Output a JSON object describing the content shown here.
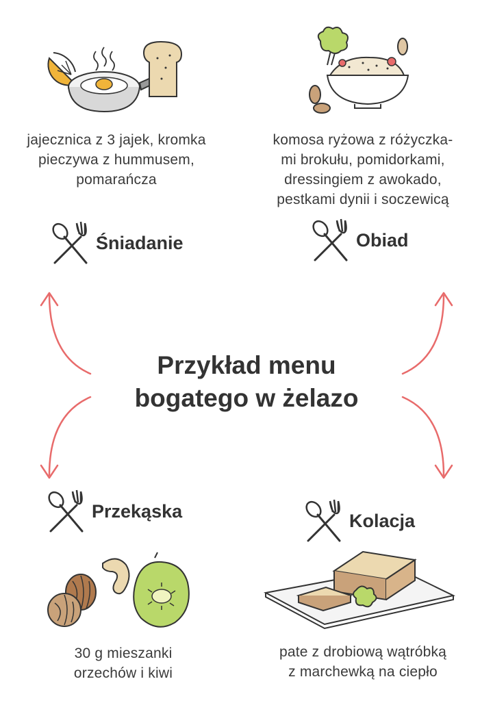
{
  "title": {
    "line1": "Przykład menu",
    "line2": "bogatego w żelazo"
  },
  "meals": {
    "breakfast": {
      "label": "Śniadanie",
      "desc": [
        "jajecznica z 3 jajek, kromka",
        "pieczywa z hummusem,",
        "pomarańcza"
      ]
    },
    "lunch": {
      "label": "Obiad",
      "desc": [
        "komosa ryżowa z różyczka-",
        "mi brokułu, pomidorkami,",
        "dressingiem z awokado,",
        "pestkami dynii i soczewicą"
      ]
    },
    "snack": {
      "label": "Przekąska",
      "desc": [
        "30 g mieszanki",
        "orzechów i kiwi"
      ]
    },
    "dinner": {
      "label": "Kolacja",
      "desc": [
        "pate z drobiową wątróbką",
        "z marchewką na ciepło"
      ]
    }
  },
  "colors": {
    "arrow": "#e86b6b",
    "text": "#333333",
    "accent_orange": "#f0b43a",
    "accent_green": "#b9d86a",
    "accent_beige": "#ecd9b0"
  },
  "icons": [
    "cutlery-icon",
    "breakfast-illustration",
    "lunch-illustration",
    "snack-illustration",
    "dinner-illustration"
  ]
}
